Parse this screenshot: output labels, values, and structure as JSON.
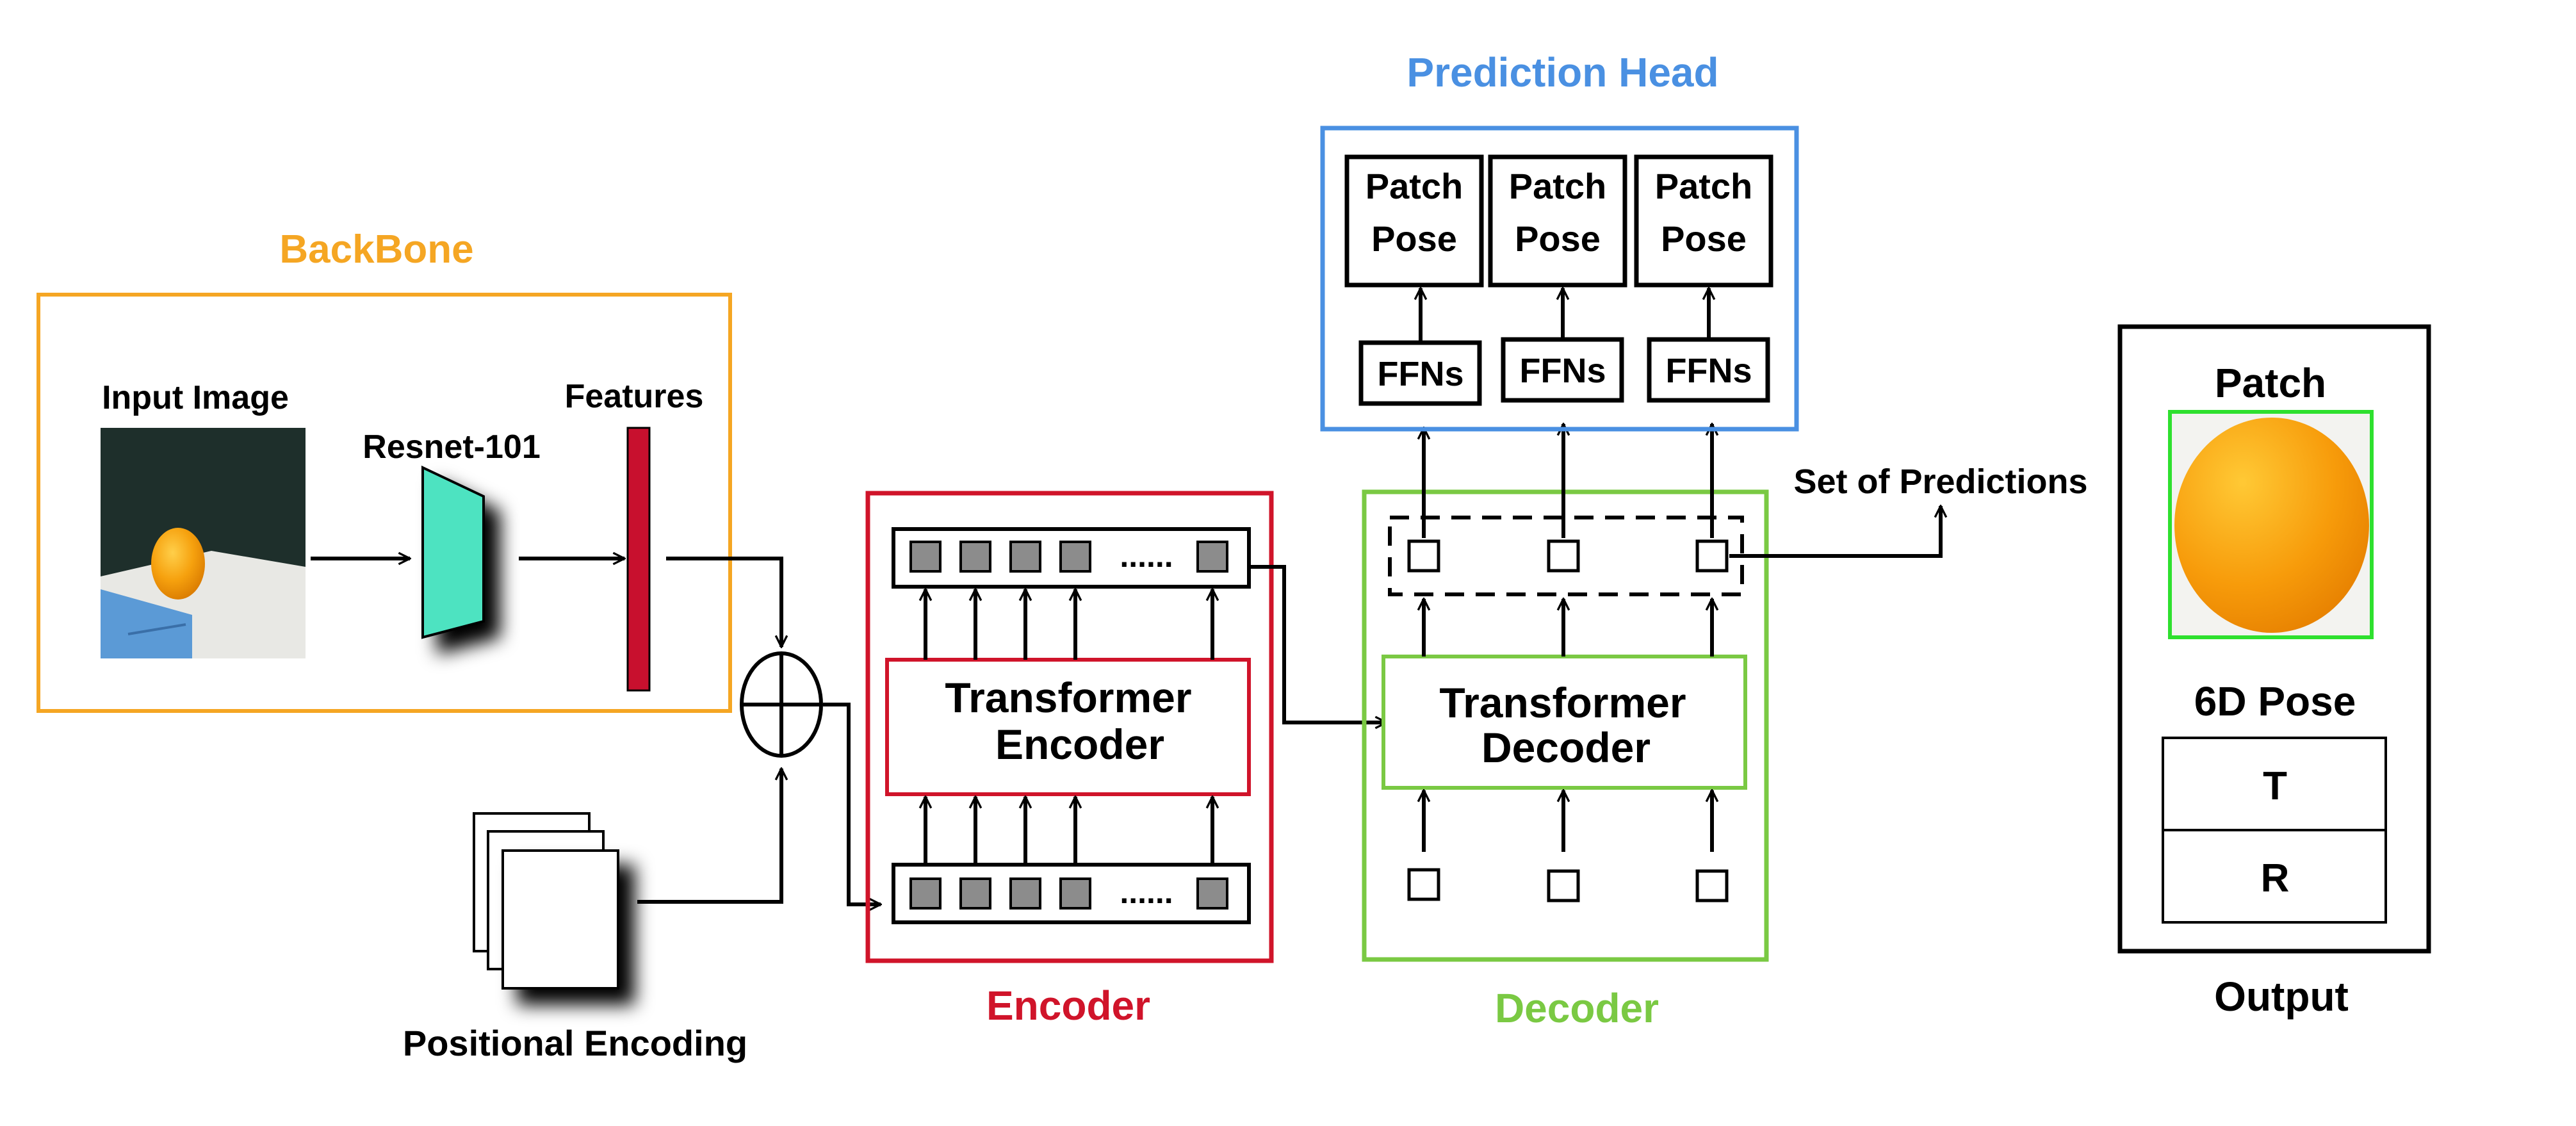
{
  "colors": {
    "backbone": "#f5a623",
    "encoder": "#d0142a",
    "decoder": "#7ac943",
    "prediction_head": "#4a90e2",
    "resnet_fill": "#4de3c1",
    "features_fill": "#c8102e",
    "token_fill": "#8c8c8c",
    "patch_border": "#2ee02e",
    "stroke": "#000000"
  },
  "backbone": {
    "title": "BackBone",
    "input_image_label": "Input Image",
    "resnet_label": "Resnet-101",
    "features_label": "Features"
  },
  "positional_encoding": {
    "label": "Positional Encoding"
  },
  "encoder": {
    "title": "Encoder",
    "block_label_line1": "Transformer",
    "block_label_line2": "Encoder",
    "ellipsis": "......"
  },
  "decoder": {
    "title": "Decoder",
    "block_label_line1": "Transformer",
    "block_label_line2": "Decoder"
  },
  "prediction_head": {
    "title": "Prediction Head",
    "patch_pose_line1": "Patch",
    "patch_pose_line2": "Pose",
    "ffn_label": "FFNs"
  },
  "set_of_predictions_label": "Set of Predictions",
  "output": {
    "title": "Output",
    "patch_label": "Patch",
    "pose_label": "6D Pose",
    "rows": [
      "T",
      "R"
    ]
  },
  "icons": {
    "input_image": "orange-photo-icon",
    "patch_image": "orange-closeup-icon",
    "resnet": "trapezoid-icon",
    "sum": "circle-plus-icon",
    "positional_encoding": "stacked-pages-icon"
  }
}
